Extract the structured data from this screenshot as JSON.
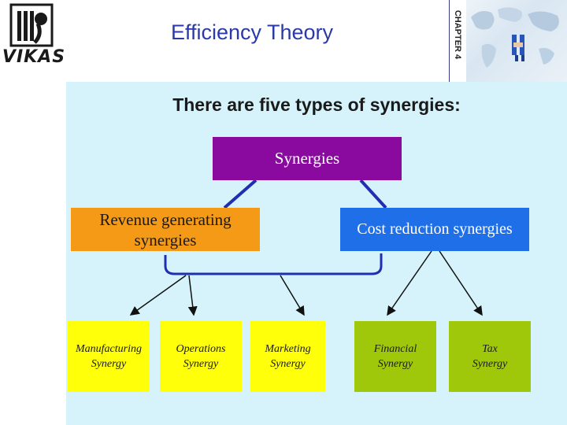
{
  "header": {
    "logo_text": "VIKAS",
    "title": "Efficiency Theory",
    "chapter_label": "CHAPTER 4"
  },
  "subtitle": "There are five types of synergies:",
  "diagram": {
    "root": "Synergies",
    "level1": [
      {
        "label": "Revenue generating synergies",
        "color": "#f59a17"
      },
      {
        "label": "Cost reduction synergies",
        "color": "#1f6fe8"
      }
    ],
    "leaves": [
      {
        "line1": "Manufacturing",
        "line2": "Synergy",
        "color": "#ffff0a"
      },
      {
        "line1": "Operations",
        "line2": "Synergy",
        "color": "#ffff0a"
      },
      {
        "line1": "Marketing",
        "line2": "Synergy",
        "color": "#ffff0a"
      },
      {
        "line1": "Financial",
        "line2": "Synergy",
        "color": "#a0c80a"
      },
      {
        "line1": "Tax",
        "line2": "Synergy",
        "color": "#a0c80a"
      }
    ],
    "colors": {
      "root": "#8a0aa0",
      "connector": "#1f2fb0",
      "arrow": "#111111",
      "background": "#d6f3fb"
    }
  }
}
